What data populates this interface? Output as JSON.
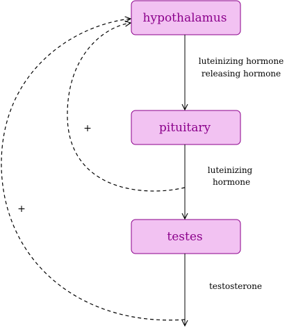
{
  "colors": {
    "node_fill": "#f2c2f2",
    "node_stroke": "#8b008b",
    "node_text": "#8b008b",
    "line": "#000000"
  },
  "nodes": {
    "hypothalamus": "hypothalamus",
    "pituitary": "pituitary",
    "testes": "testes"
  },
  "edges": {
    "hypothalamus_to_pituitary": [
      "luteinizing hormone",
      "releasing hormone"
    ],
    "pituitary_to_testes": [
      "luteinizing",
      "hormone"
    ],
    "testes_out": "testosterone"
  },
  "feedback": {
    "inner_sign": "+",
    "outer_sign": "+"
  }
}
